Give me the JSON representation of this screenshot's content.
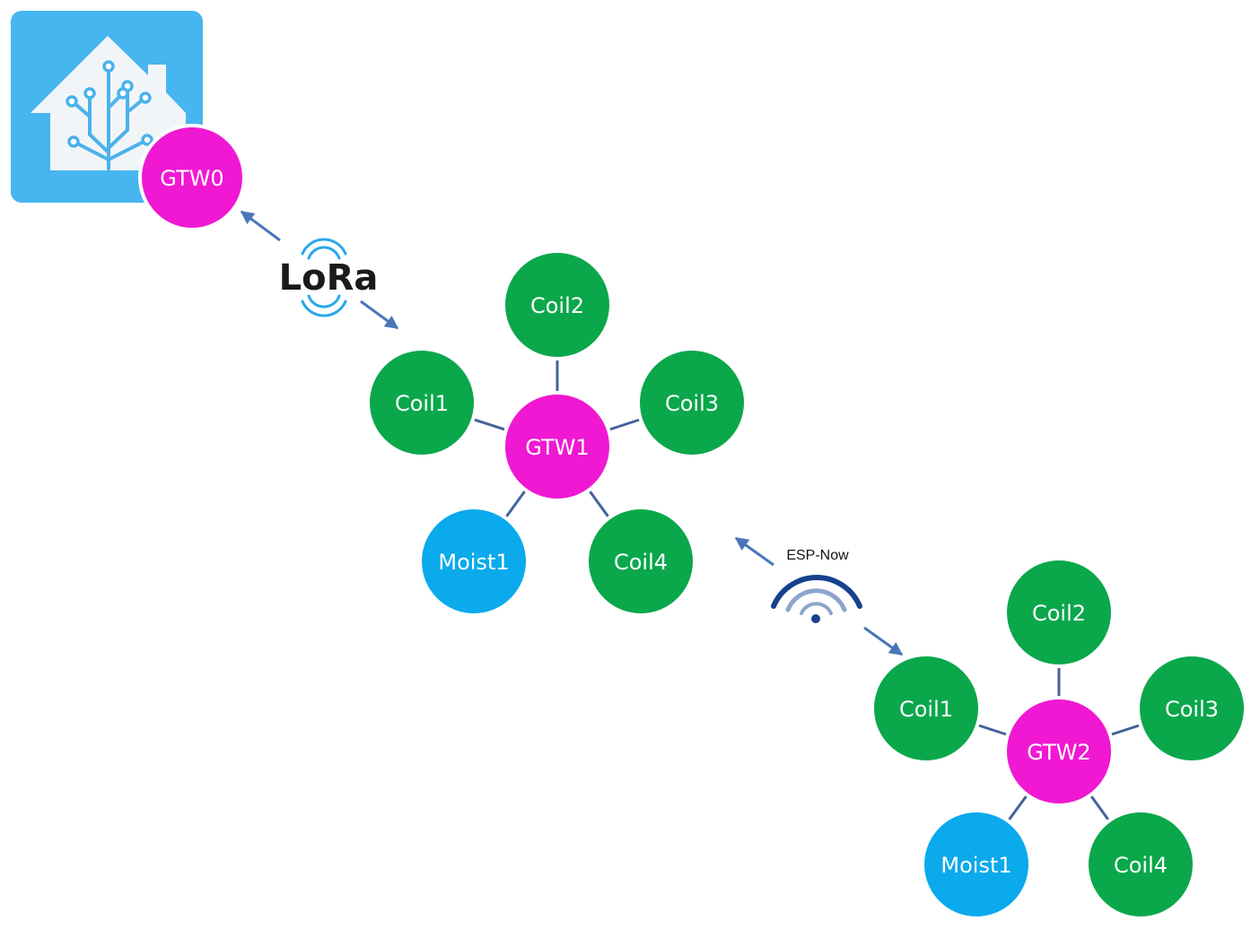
{
  "colors": {
    "gateway": "#f018d2",
    "coil": "#0aa74b",
    "moisture": "#0aaaec",
    "link": "#44639a",
    "arrow": "#4a76b8",
    "app_tile": "#47b5f0",
    "app_house": "#f2f5f8",
    "app_tree": "#4ab2ec",
    "wifi_dark": "#17418d",
    "wifi_light": "#8ea3cc",
    "lora_waves": "#29a8e8"
  },
  "app": {
    "icon": "home-assistant-icon"
  },
  "protocols": {
    "lora": {
      "label": "LoRa",
      "icon": "lora-waves-icon"
    },
    "espnow": {
      "label": "ESP-Now",
      "icon": "wifi-signal-icon"
    }
  },
  "gateway0": {
    "label": "GTW0"
  },
  "clusters": [
    {
      "gateway": {
        "label": "GTW1"
      },
      "nodes": [
        {
          "label": "Coil2",
          "kind": "coil"
        },
        {
          "label": "Coil1",
          "kind": "coil"
        },
        {
          "label": "Coil3",
          "kind": "coil"
        },
        {
          "label": "Moist1",
          "kind": "moisture"
        },
        {
          "label": "Coil4",
          "kind": "coil"
        }
      ]
    },
    {
      "gateway": {
        "label": "GTW2"
      },
      "nodes": [
        {
          "label": "Coil2",
          "kind": "coil"
        },
        {
          "label": "Coil1",
          "kind": "coil"
        },
        {
          "label": "Coil3",
          "kind": "coil"
        },
        {
          "label": "Moist1",
          "kind": "moisture"
        },
        {
          "label": "Coil4",
          "kind": "coil"
        }
      ]
    }
  ]
}
